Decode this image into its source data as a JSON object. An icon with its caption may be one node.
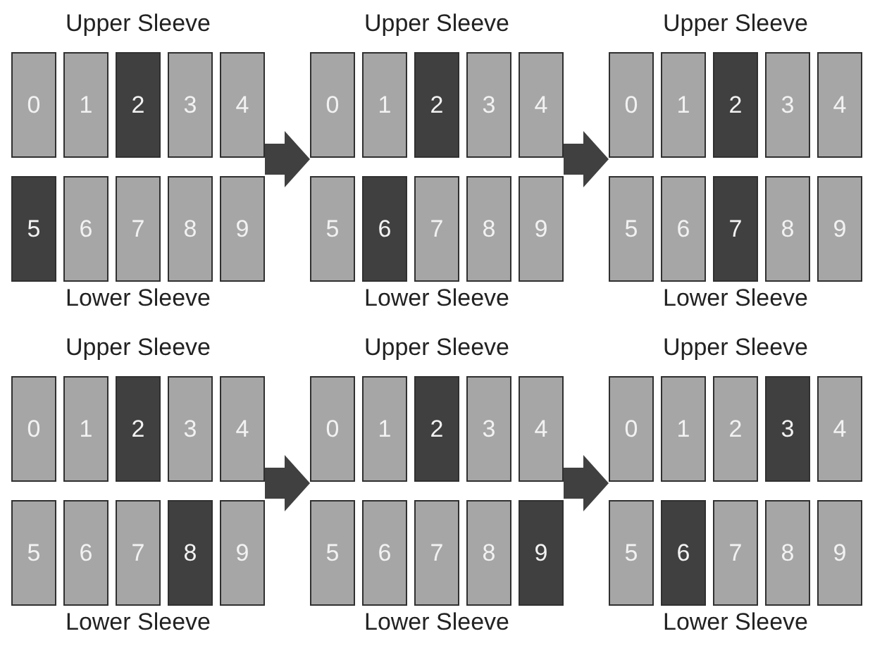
{
  "diagram": {
    "nodes": [
      {
        "text": [
          "Upper Sleeve",
          "Lower Sleeve"
        ]
      },
      {
        "text": [
          "0"
        ],
        "in": 0
      },
      {
        "text": [
          "1"
        ],
        "in": 0
      },
      {
        "text": [
          "2"
        ],
        "in": 0
      },
      {
        "text": [
          "3"
        ],
        "in": 0
      },
      {
        "text": [
          "4"
        ],
        "in": 0
      },
      {
        "text": [
          "5"
        ],
        "in": 0
      },
      {
        "text": [
          "6"
        ],
        "in": 0
      },
      {
        "text": [
          "7"
        ],
        "in": 0
      },
      {
        "text": [
          "8"
        ],
        "in": 0
      },
      {
        "text": [
          "9"
        ],
        "in": 0
      },
      {
        "text": [
          "Upper Sleeve",
          "Lower Sleeve"
        ]
      },
      {
        "text": [
          "0"
        ],
        "in": 11
      },
      {
        "text": [
          "1"
        ],
        "in": 11
      },
      {
        "text": [
          "2"
        ],
        "in": 11
      },
      {
        "text": [
          "3"
        ],
        "in": 11
      },
      {
        "text": [
          "4"
        ],
        "in": 11
      },
      {
        "text": [
          "5"
        ],
        "in": 11
      },
      {
        "text": [
          "6"
        ],
        "in": 11
      },
      {
        "text": [
          "7"
        ],
        "in": 11
      },
      {
        "text": [
          "8"
        ],
        "in": 11
      },
      {
        "text": [
          "9"
        ],
        "in": 11
      },
      {
        "text": [
          "Upper Sleeve",
          "Lower Sleeve"
        ]
      },
      {
        "text": [
          "0"
        ],
        "in": 22
      },
      {
        "text": [
          "1"
        ],
        "in": 22
      },
      {
        "text": [
          "2"
        ],
        "in": 22
      },
      {
        "text": [
          "3"
        ],
        "in": 22
      },
      {
        "text": [
          "4"
        ],
        "in": 22
      },
      {
        "text": [
          "5"
        ],
        "in": 22
      },
      {
        "text": [
          "6"
        ],
        "in": 22
      },
      {
        "text": [
          "7"
        ],
        "in": 22
      },
      {
        "text": [
          "8"
        ],
        "in": 22
      },
      {
        "text": [
          "9"
        ],
        "in": 22
      },
      {
        "text": [
          "Upper Sleeve",
          "Lower Sleeve"
        ]
      },
      {
        "text": [
          "0"
        ],
        "in": 33
      },
      {
        "text": [
          "1"
        ],
        "in": 33
      },
      {
        "text": [
          "2"
        ],
        "in": 33
      },
      {
        "text": [
          "3"
        ],
        "in": 33
      },
      {
        "text": [
          "4"
        ],
        "in": 33
      },
      {
        "text": [
          "5"
        ],
        "in": 33
      },
      {
        "text": [
          "6"
        ],
        "in": 33
      },
      {
        "text": [
          "7"
        ],
        "in": 33
      },
      {
        "text": [
          "8"
        ],
        "in": 33
      },
      {
        "text": [
          "9"
        ],
        "in": 33
      },
      {
        "text": [
          "Upper Sleeve",
          "Lower Sleeve"
        ]
      },
      {
        "text": [
          "0"
        ],
        "in": 44
      },
      {
        "text": [
          "1"
        ],
        "in": 44
      },
      {
        "text": [
          "2"
        ],
        "in": 44
      },
      {
        "text": [
          "3"
        ],
        "in": 44
      },
      {
        "text": [
          "4"
        ],
        "in": 44
      },
      {
        "text": [
          "5"
        ],
        "in": 44
      },
      {
        "text": [
          "6"
        ],
        "in": 44
      },
      {
        "text": [
          "7"
        ],
        "in": 44
      },
      {
        "text": [
          "8"
        ],
        "in": 44
      },
      {
        "text": [
          "9"
        ],
        "in": 44
      },
      {
        "text": [
          "Upper Sleeve",
          "Lower Sleeve"
        ]
      },
      {
        "text": [
          "0"
        ],
        "in": 55
      },
      {
        "text": [
          "1"
        ],
        "in": 55
      },
      {
        "text": [
          "2"
        ],
        "in": 55
      },
      {
        "text": [
          "3"
        ],
        "in": 55
      },
      {
        "text": [
          "4"
        ],
        "in": 55
      },
      {
        "text": [
          "5"
        ],
        "in": 55
      },
      {
        "text": [
          "6"
        ],
        "in": 55
      },
      {
        "text": [
          "7"
        ],
        "in": 55
      },
      {
        "text": [
          "8"
        ],
        "in": 55
      },
      {
        "text": [
          "9"
        ],
        "in": 55
      }
    ],
    "edges": [
      {
        "from": 0,
        "to": 11,
        "arrow": "to"
      },
      {
        "from": 11,
        "to": 22,
        "arrow": "to"
      },
      {
        "from": 33,
        "to": 44,
        "arrow": "to"
      },
      {
        "from": 44,
        "to": 55,
        "arrow": "to"
      }
    ]
  }
}
